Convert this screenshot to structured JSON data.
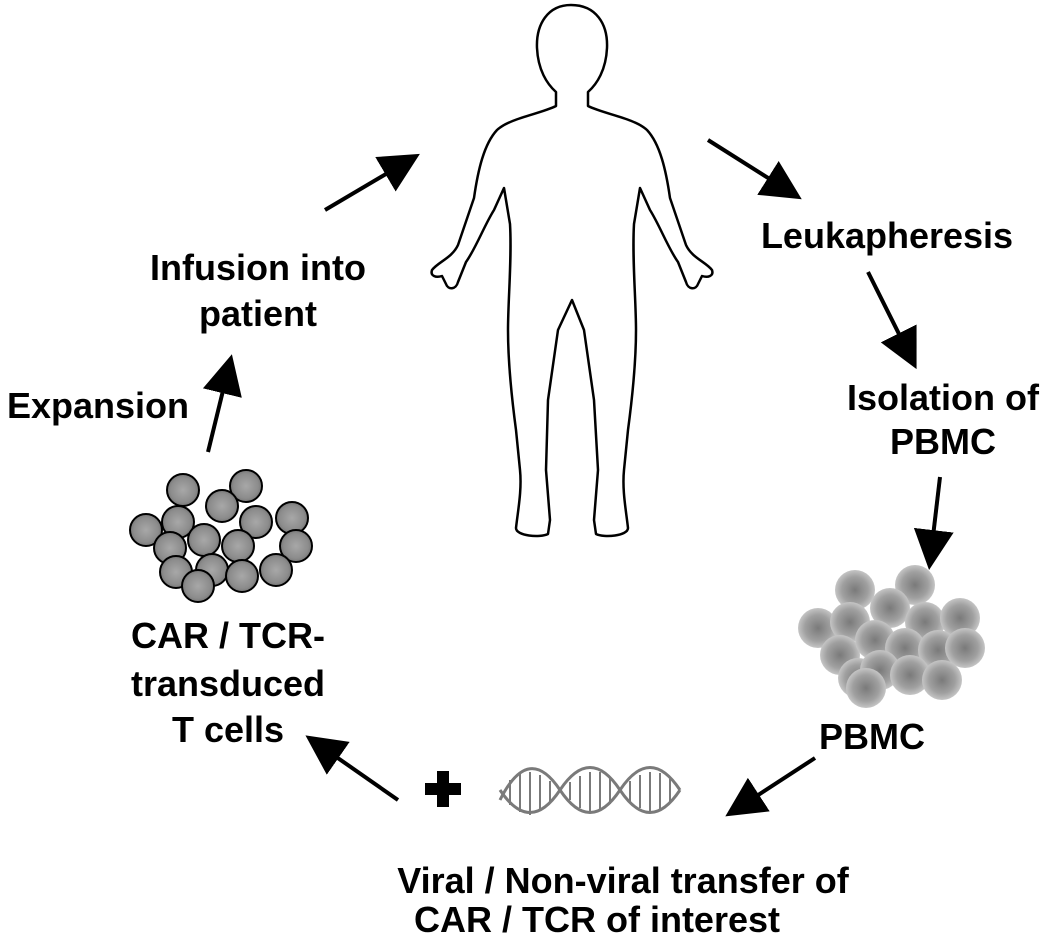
{
  "steps": {
    "leukapheresis": "Leukapheresis",
    "isolation_line1": "Isolation of",
    "isolation_line2": "PBMC",
    "pbmc": "PBMC",
    "transfer_line1": "Viral / Non-viral transfer of",
    "transfer_line2": "CAR / TCR of interest",
    "transduced_line1": "CAR / TCR-",
    "transduced_line2": "transduced",
    "transduced_line3": "T cells",
    "expansion": "Expansion",
    "infusion_line1": "Infusion into",
    "infusion_line2": "patient"
  },
  "colors": {
    "text": "#000000",
    "arrow": "#000000",
    "tcell_fill": "#8c8c8c",
    "pbmc_fill": "#9a9a9a",
    "dna_strand": "#7a7a7a",
    "outline": "#000000"
  },
  "icons": {
    "patient": "human-body-outline-icon",
    "pbmc": "pbmc-cell-cluster-icon",
    "tcells": "t-cell-cluster-icon",
    "dna": "dna-double-helix-icon",
    "plus": "plus-icon"
  }
}
